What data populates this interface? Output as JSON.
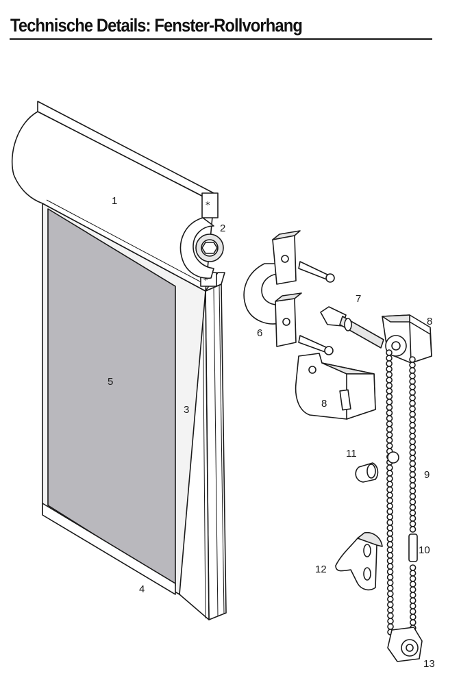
{
  "title": "Technische Details: Fenster-Rollvorhang",
  "callouts": {
    "c1": "1",
    "c2": "2",
    "c3": "3",
    "c4": "4",
    "c5": "5",
    "c6": "6",
    "c7": "7",
    "c8a": "8",
    "c8b": "8",
    "c9": "9",
    "c10": "10",
    "c11": "11",
    "c12": "12",
    "c13": "13"
  },
  "colors": {
    "fabric": "#b9b8bd",
    "lines": "#1a1a1a",
    "background": "#ffffff"
  }
}
